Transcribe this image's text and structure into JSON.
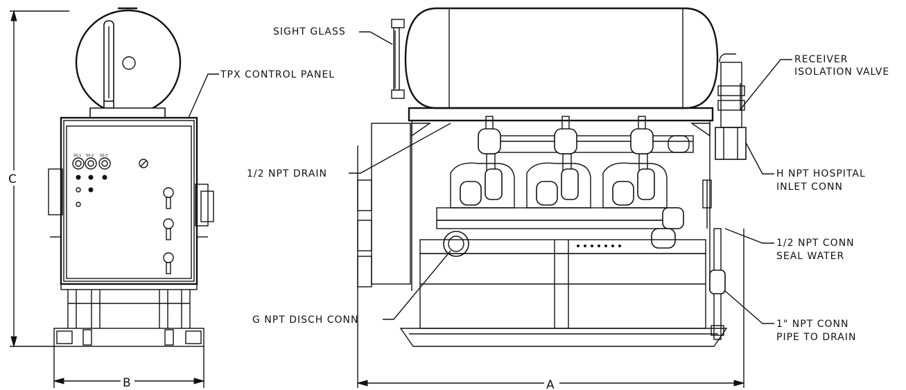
{
  "dimensions": {
    "height": "C",
    "side_width": "B",
    "front_width": "A"
  },
  "callouts": {
    "sight_glass": "SIGHT GLASS",
    "control_panel": "TPX CONTROL PANEL",
    "npt_drain": "1/2 NPT DRAIN",
    "disch_conn": "G NPT DISCH CONN",
    "receiver_valve_1": "RECEIVER",
    "receiver_valve_2": "ISOLATION VALVE",
    "hospital_inlet_1": "H NPT HOSPITAL",
    "hospital_inlet_2": "INLET CONN",
    "seal_water_1": "1/2 NPT CONN",
    "seal_water_2": "SEAL WATER",
    "pipe_drain_1": "1\" NPT CONN",
    "pipe_drain_2": "PIPE TO DRAIN"
  }
}
